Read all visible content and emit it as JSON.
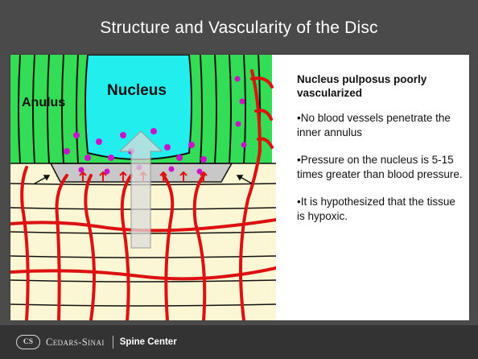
{
  "slide": {
    "title": "Structure and Vascularity of the Disc"
  },
  "figure": {
    "label_anulus": "Anulus",
    "label_nucleus": "Nucleus"
  },
  "text": {
    "heading": "Nucleus pulposus poorly vascularized",
    "bullets": [
      "•No blood vessels penetrate the inner annulus",
      "•Pressure on the nucleus is 5-15 times greater than blood pressure.",
      "•It is hypothesized that the tissue is hypoxic."
    ]
  },
  "footer": {
    "logo": "CS",
    "org": "Cedars-Sinai",
    "department": "Spine Center"
  },
  "colors": {
    "title_bar": "#4a4a4a",
    "anulus_green": "#33dd55",
    "nucleus_cyan": "#22eeee",
    "vessel_red": "#dd1111",
    "bone_cream": "#fbf6d3",
    "endplate_gray": "#c8c8c8",
    "dot_magenta": "#cc11cc",
    "footer_bg": "#333333"
  }
}
